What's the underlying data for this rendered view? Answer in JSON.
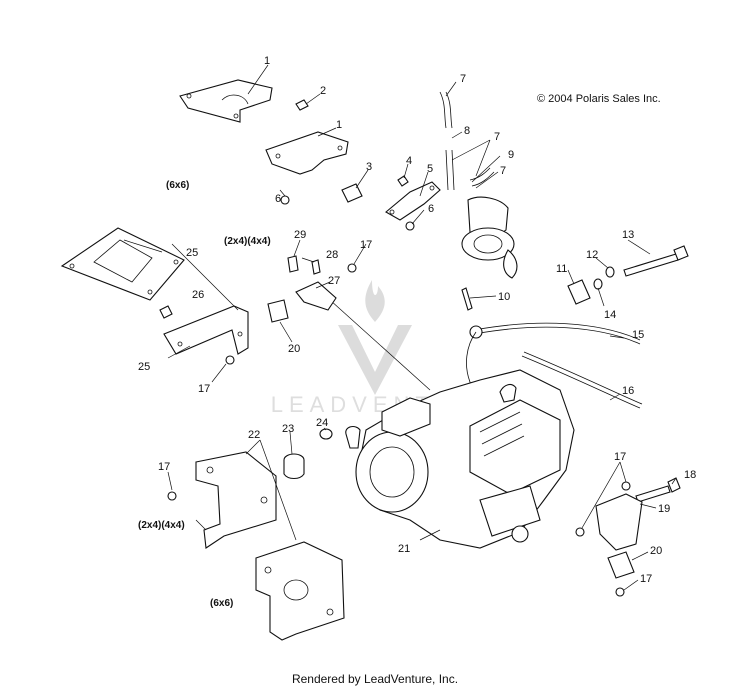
{
  "copyright": "© 2004 Polaris Sales Inc.",
  "footer": "Rendered by LeadVenture, Inc.",
  "watermark": "LEADVENTURE",
  "callouts": {
    "c1a": "1",
    "c1b": "1",
    "c2": "2",
    "c3": "3",
    "c4": "4",
    "c5": "5",
    "c6a": "6",
    "c6b": "6",
    "c7a": "7",
    "c7b": "7",
    "c7c": "7",
    "c8": "8",
    "c9": "9",
    "c10": "10",
    "c11": "11",
    "c12": "12",
    "c13": "13",
    "c14": "14",
    "c15": "15",
    "c16": "16",
    "c17a": "17",
    "c17b": "17",
    "c17c": "17",
    "c17d": "17",
    "c17e": "17",
    "c18": "18",
    "c19": "19",
    "c20a": "20",
    "c20b": "20",
    "c21": "21",
    "c22": "22",
    "c23": "23",
    "c24": "24",
    "c25a": "25",
    "c25b": "25",
    "c26": "26",
    "c27": "27",
    "c28": "28",
    "c29": "29"
  },
  "notes": {
    "n6x6a": "(6x6)",
    "n2x4a": "(2x4)(4x4)",
    "n2x4b": "(2x4)(4x4)",
    "n6x6b": "(6x6)"
  }
}
